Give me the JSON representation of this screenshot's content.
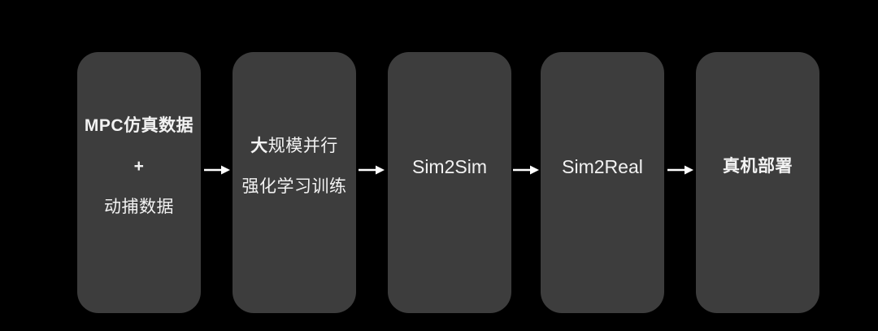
{
  "theme": {
    "background": "#000000",
    "box_fill": "#3d3d3d",
    "text_color": "#f2f2f2",
    "arrow_color": "#ffffff"
  },
  "flow": {
    "stages": [
      {
        "name": "mpc-and-mocap-data",
        "lines": [
          {
            "text": "MPC仿真数据"
          },
          {
            "text": "+"
          },
          {
            "text": "动捕数据"
          }
        ]
      },
      {
        "name": "massive-parallel-rl-training",
        "lines": [
          {
            "prefix": "大",
            "text": "规模并行"
          },
          {
            "text": "强化学习训练"
          }
        ]
      },
      {
        "name": "sim2sim",
        "lines": [
          {
            "text": "Sim2Sim"
          }
        ]
      },
      {
        "name": "sim2real",
        "lines": [
          {
            "text": "Sim2Real"
          }
        ]
      },
      {
        "name": "real-robot-deployment",
        "lines": [
          {
            "text": "真机部署"
          }
        ]
      }
    ]
  }
}
